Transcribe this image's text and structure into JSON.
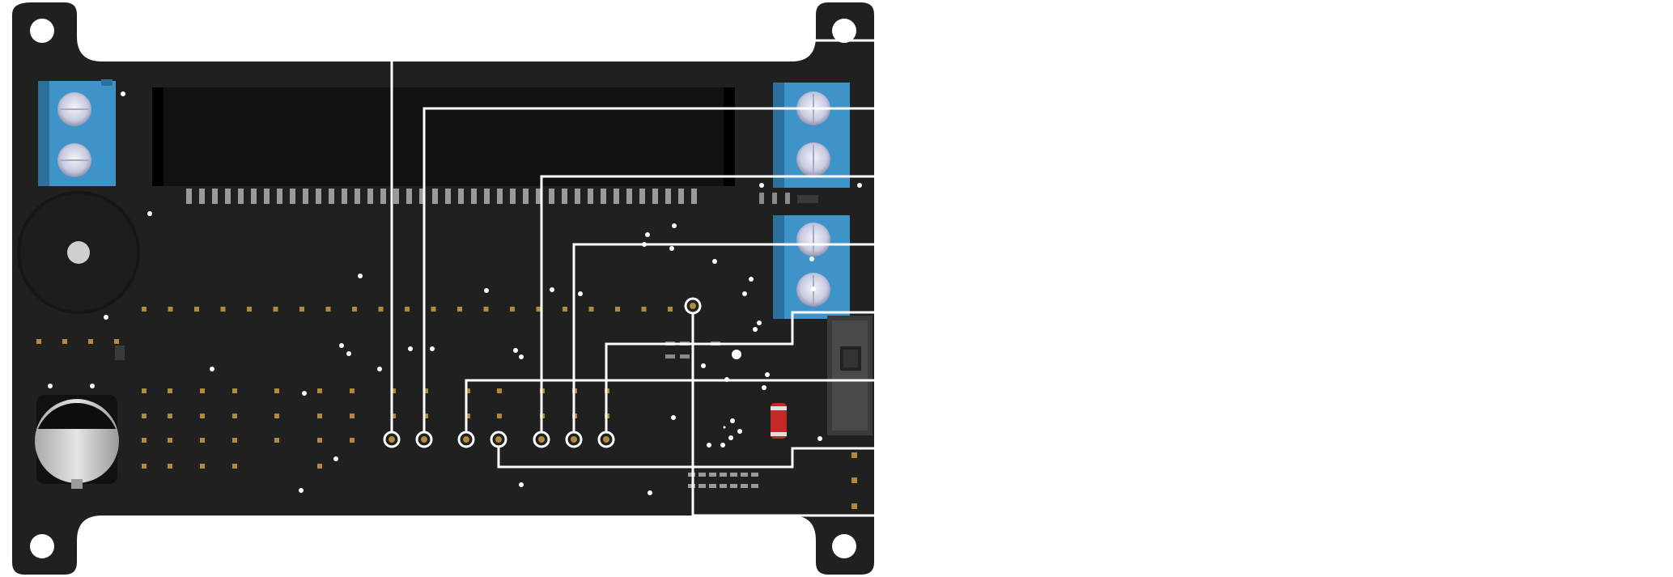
{
  "colors": {
    "board": "#202020",
    "board_dark": "#121212",
    "terminal_block": "#3e93c9",
    "terminal_block_shade": "#2d6f9c",
    "screw": "#c8cbe0",
    "pad_gold": "#b08a3a",
    "leader_line": "#ffffff",
    "background": "#ffffff",
    "buzzer": "#1a1a1a",
    "battery": "#c9c9c9",
    "diode": "#c62828"
  },
  "icons": {
    "mount_hole": "mount-hole-icon",
    "terminal_screw": "screw-icon",
    "test_point": "test-point-icon"
  },
  "board": {
    "terminal_blocks": [
      {
        "name": "left-terminal-block",
        "screws": 2
      },
      {
        "name": "right-terminal-block-top",
        "screws": 2
      },
      {
        "name": "right-terminal-block-bottom",
        "screws": 2
      }
    ],
    "test_points_count": 8,
    "callout_lines_count": 8
  }
}
